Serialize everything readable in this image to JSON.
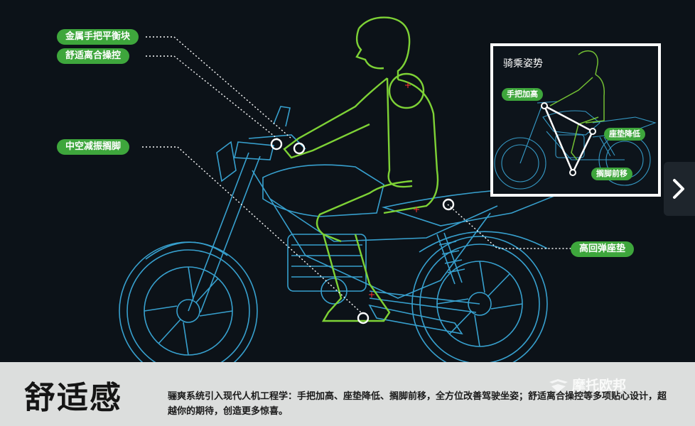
{
  "callouts": {
    "balance": "金属手把平衡块",
    "clutch": "舒适离合操控",
    "footrest": "中空减振搁脚",
    "seat": "高回弹座垫"
  },
  "inset": {
    "title": "骑乘姿势",
    "tags": {
      "handlebar": "手把加高",
      "seat": "座垫降低",
      "footrest": "搁脚前移"
    }
  },
  "footer": {
    "title": "舒适感",
    "description": "骊爽系统引入现代人机工程学：手把加高、座垫降低、搁脚前移，全方位改善驾驶坐姿；舒适离合操控等多项贴心设计，超越你的期待，创造更多惊喜。"
  },
  "watermark": {
    "text": "摩托欧邦"
  },
  "colors": {
    "accent": "#3ea63c",
    "wireframe": "#3aa8d8",
    "rider": "#7ed236",
    "background": "#0c1218"
  },
  "icons": {
    "next": "chevron-right-icon"
  }
}
